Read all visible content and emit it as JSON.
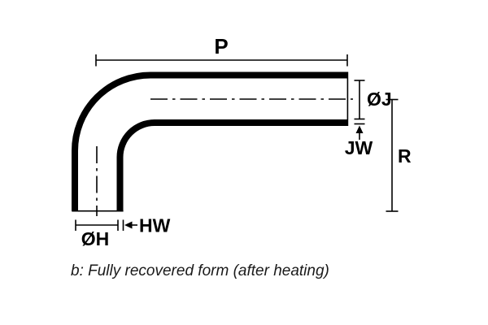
{
  "diagram": {
    "title_caption": "b: Fully recovered form (after heating)",
    "labels": {
      "p": "P",
      "oj": "ØJ",
      "jw": "JW",
      "r": "R",
      "oh": "ØH",
      "hw": "HW"
    },
    "colors": {
      "line": "#000000",
      "background": "#ffffff",
      "caption": "#1a1a1a"
    }
  }
}
